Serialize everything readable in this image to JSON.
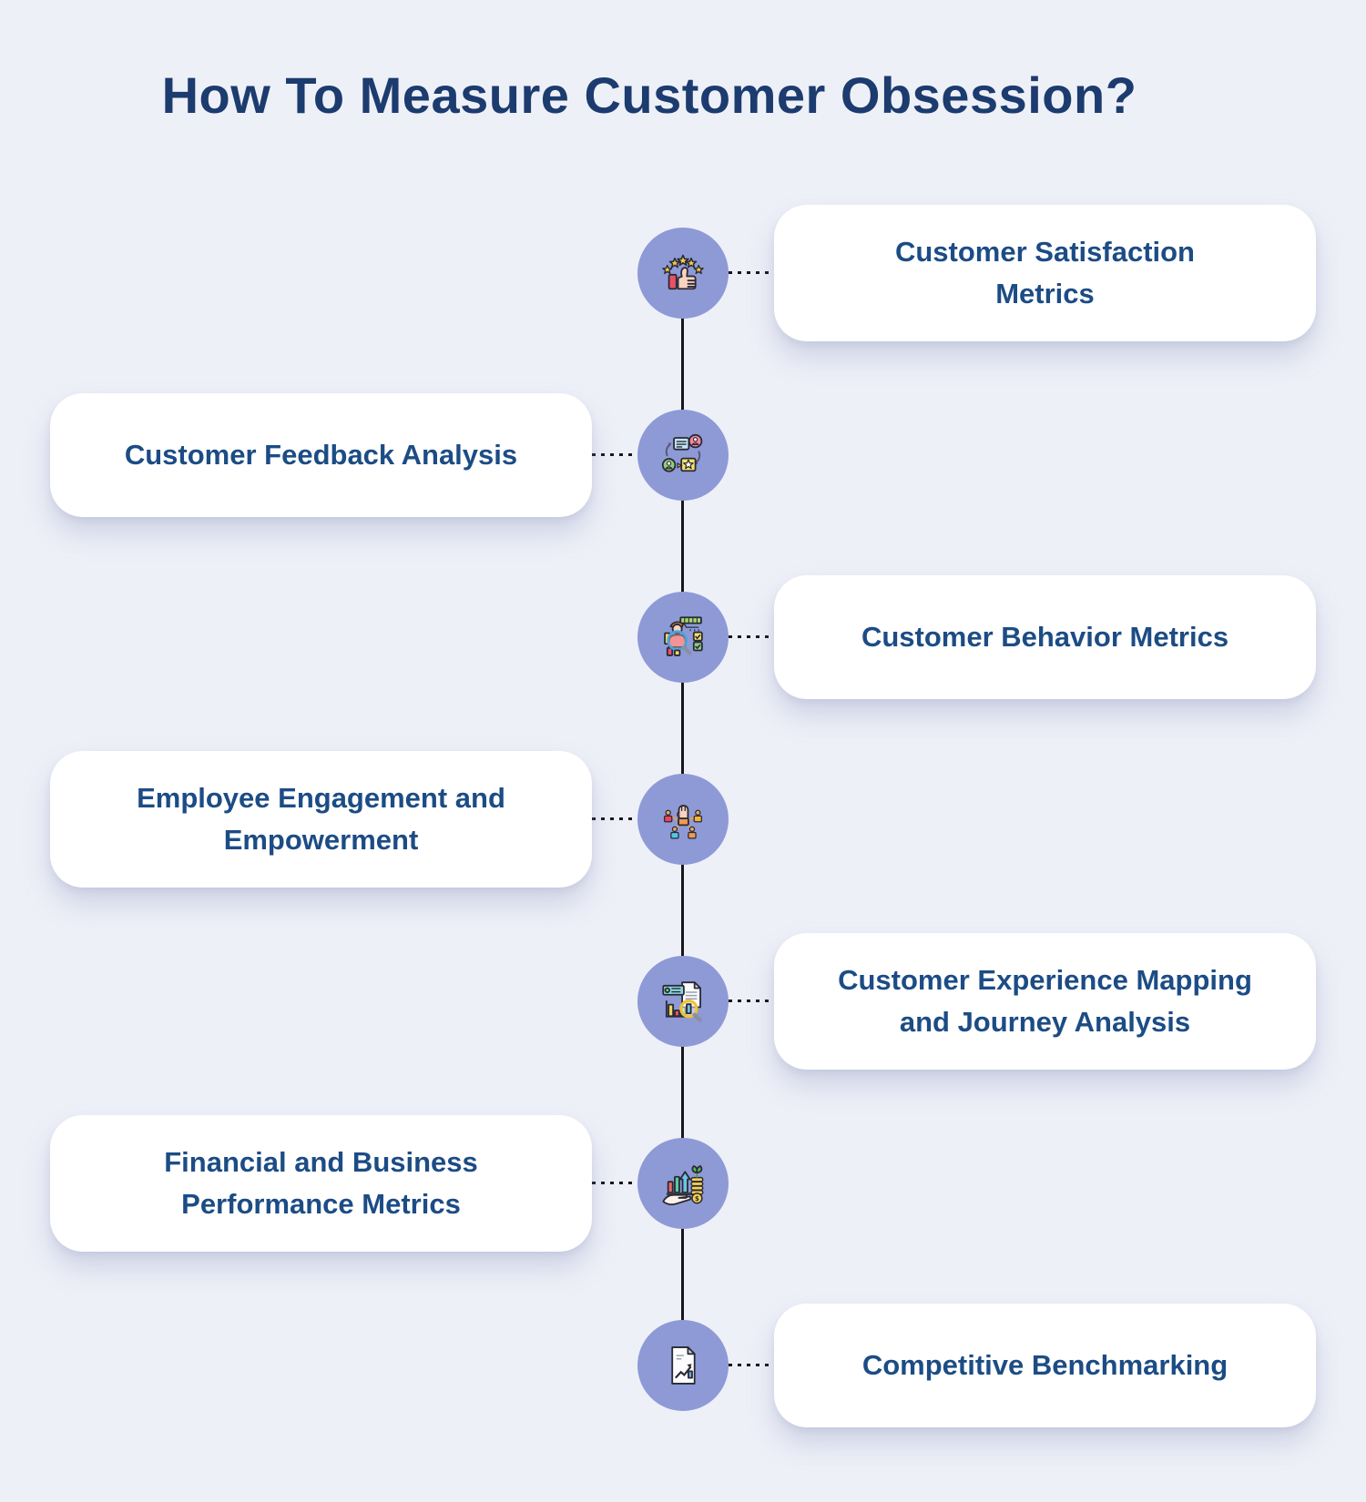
{
  "title": "How To Measure Customer Obsession?",
  "colors": {
    "background": "#eef0f8",
    "node_circle": "#8e9ad6",
    "card_background": "#ffffff",
    "title_text": "#1c3b6e",
    "card_text": "#1c4c85",
    "connector_line": "#15151c",
    "star_yellow": "#f6c944",
    "accent_red": "#e8506a",
    "accent_green": "#8ecf7e",
    "accent_blue": "#6fc3e8"
  },
  "timeline": {
    "items": [
      {
        "label": "Customer Satisfaction\nMetrics",
        "side": "right",
        "icon": "thumbs-up-stars-icon"
      },
      {
        "label": "Customer Feedback Analysis",
        "side": "left",
        "icon": "feedback-exchange-icon"
      },
      {
        "label": "Customer Behavior Metrics",
        "side": "right",
        "icon": "customer-analysis-icon"
      },
      {
        "label": "Employee Engagement and\nEmpowerment",
        "side": "left",
        "icon": "raised-fist-team-icon"
      },
      {
        "label": "Customer Experience Mapping\nand Journey Analysis",
        "side": "right",
        "icon": "journey-report-icon"
      },
      {
        "label": "Financial and Business\nPerformance Metrics",
        "side": "left",
        "icon": "growth-coins-icon"
      },
      {
        "label": "Competitive Benchmarking",
        "side": "right",
        "icon": "benchmark-chart-icon"
      }
    ]
  }
}
